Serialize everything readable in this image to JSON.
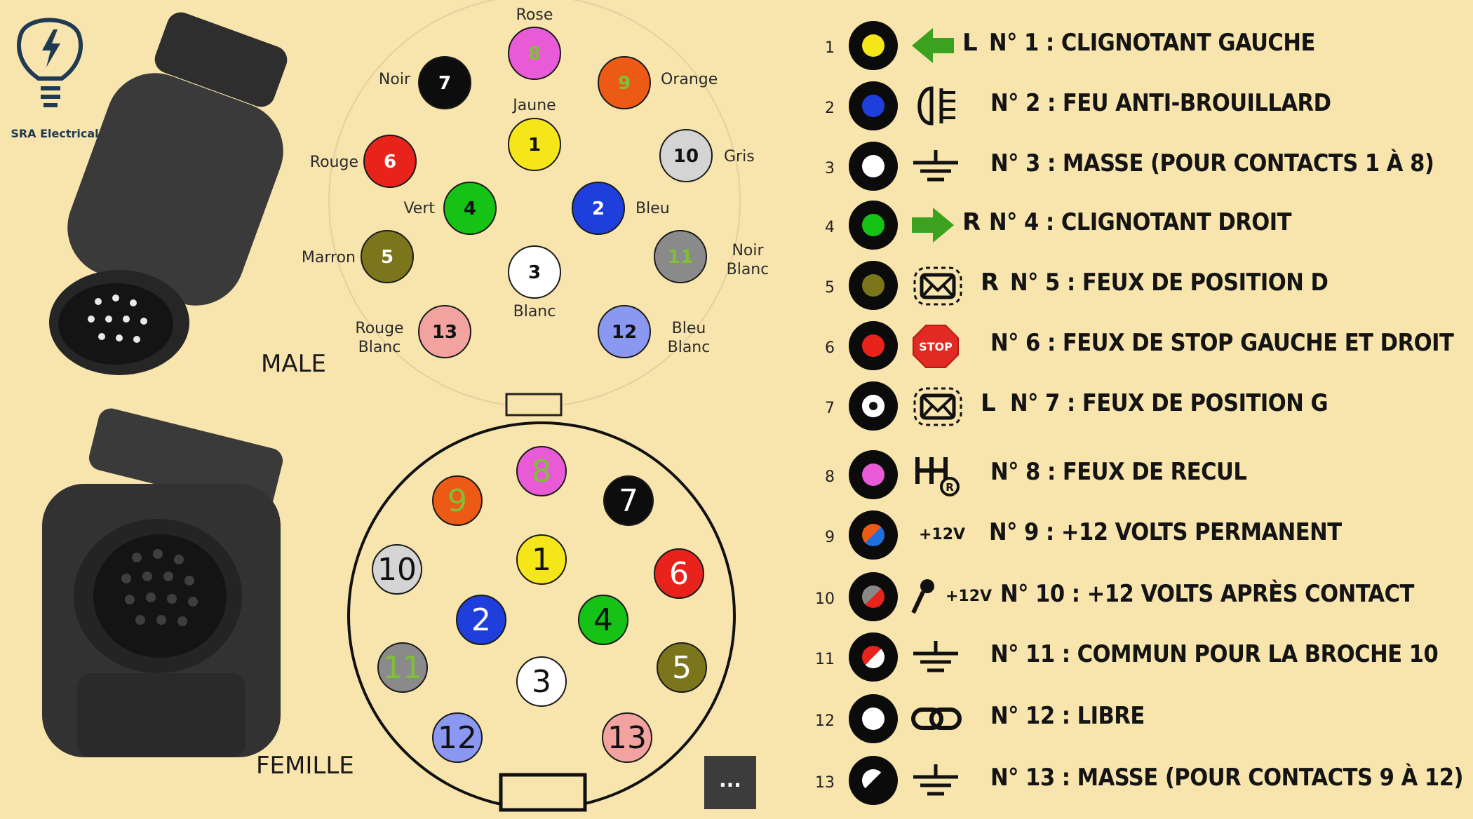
{
  "brand": {
    "name": "SRA Electrical"
  },
  "titles": {
    "male": "MALE",
    "female": "FEMILLE"
  },
  "colors": {
    "background": "#f8e4ad",
    "pins": {
      "1": "#f5e61a",
      "2": "#1f3fdc",
      "3": "#ffffff",
      "4": "#16c216",
      "5": "#7b761b",
      "6": "#e8231c",
      "7": "#0d0d0d",
      "8": "#e95ad6",
      "9": "#ec5a16",
      "10": "#d4d4d4",
      "11": "#8a8a8a",
      "12": "#8b98f2",
      "13": "#f2a3a0"
    }
  },
  "male_pins": [
    {
      "num": "8",
      "label": "Rose"
    },
    {
      "num": "7",
      "label": "Noir"
    },
    {
      "num": "9",
      "label": "Orange"
    },
    {
      "num": "1",
      "label": "Jaune"
    },
    {
      "num": "10",
      "label": "Gris"
    },
    {
      "num": "6",
      "label": "Rouge"
    },
    {
      "num": "4",
      "label": "Vert"
    },
    {
      "num": "2",
      "label": "Bleu"
    },
    {
      "num": "5",
      "label": "Marron"
    },
    {
      "num": "3",
      "label": "Blanc"
    },
    {
      "num": "11",
      "label": "Noir Blanc"
    },
    {
      "num": "13",
      "label": "Rouge Blanc"
    },
    {
      "num": "12",
      "label": "Bleu Blanc"
    }
  ],
  "female_pins": [
    "8",
    "9",
    "7",
    "10",
    "1",
    "6",
    "2",
    "4",
    "11",
    "3",
    "5",
    "12",
    "13"
  ],
  "legend": [
    {
      "num": "1",
      "prefix": "L",
      "text": "N° 1 : CLIGNOTANT GAUCHE",
      "icon": "arrow-left-icon"
    },
    {
      "num": "2",
      "prefix": "",
      "text": "N° 2 : FEU ANTI-BROUILLARD",
      "icon": "fog-light-icon"
    },
    {
      "num": "3",
      "prefix": "",
      "text": "N° 3 : MASSE (POUR CONTACTS 1 À 8)",
      "icon": "ground-icon"
    },
    {
      "num": "4",
      "prefix": "R",
      "text": "N° 4 : CLIGNOTANT DROIT",
      "icon": "arrow-right-icon"
    },
    {
      "num": "5",
      "prefix": "R",
      "text": "N° 5 : FEUX DE POSITION D",
      "icon": "position-light-icon"
    },
    {
      "num": "6",
      "prefix": "",
      "text": "N° 6 : FEUX DE STOP GAUCHE ET DROIT",
      "icon": "stop-sign-icon",
      "badge": "STOP"
    },
    {
      "num": "7",
      "prefix": "L",
      "text": "N° 7 : FEUX DE POSITION G",
      "icon": "position-light-icon"
    },
    {
      "num": "8",
      "prefix": "",
      "text": "N° 8 : FEUX DE RECUL",
      "icon": "reverse-gear-icon"
    },
    {
      "num": "9",
      "prefix": "+12V",
      "text": "N° 9 : +12 VOLTS PERMANENT",
      "icon": "voltage-icon"
    },
    {
      "num": "10",
      "prefix": "+12V",
      "text": "N° 10 : +12 VOLTS APRÈS CONTACT",
      "icon": "ignition-key-icon"
    },
    {
      "num": "11",
      "prefix": "",
      "text": "N° 11 : COMMUN POUR LA BROCHE 10",
      "icon": "ground-icon"
    },
    {
      "num": "12",
      "prefix": "",
      "text": "N° 12 : LIBRE",
      "icon": "link-icon"
    },
    {
      "num": "13",
      "prefix": "",
      "text": "N° 13 : MASSE (POUR CONTACTS 9 À 12)",
      "icon": "ground-icon"
    }
  ],
  "overlay": {
    "more_label": "..."
  }
}
